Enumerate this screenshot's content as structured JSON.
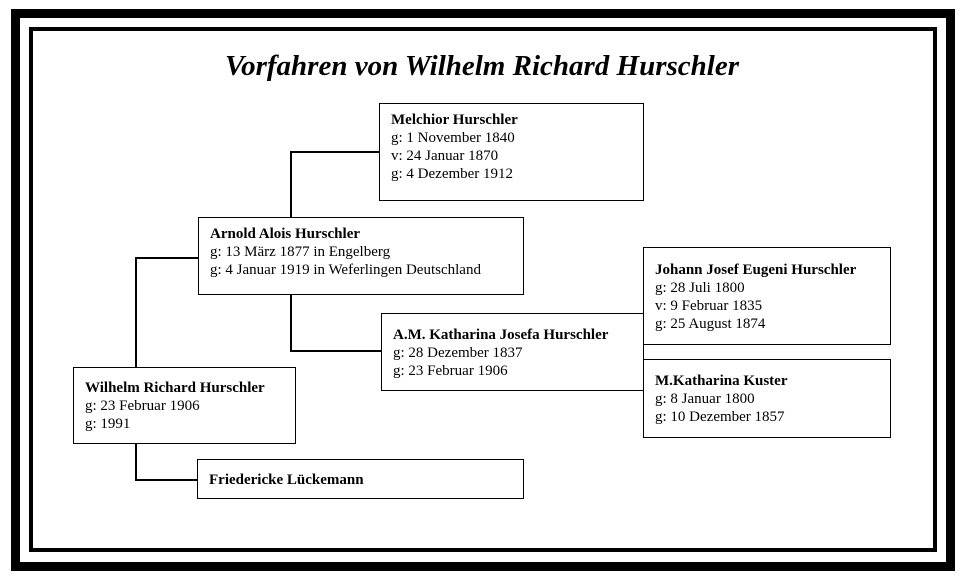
{
  "title": "Vorfahren von Wilhelm Richard Hurschler",
  "persons": {
    "melchior": {
      "name": "Melchior Hurschler",
      "lines": [
        "g: 1 November 1840",
        "v: 24 Januar 1870",
        "g: 4 Dezember 1912"
      ]
    },
    "arnold": {
      "name": "Arnold Alois Hurschler",
      "lines": [
        "g: 13 März 1877 in Engelberg",
        "g: 4 Januar 1919 in Weferlingen Deutschland"
      ]
    },
    "johann": {
      "name": "Johann Josef Eugeni Hurschler",
      "lines": [
        "g: 28 Juli 1800",
        "v: 9 Februar 1835",
        "g: 25 August 1874"
      ]
    },
    "am_katharina": {
      "name": "A.M. Katharina Josefa Hurschler",
      "lines": [
        "g: 28 Dezember 1837",
        "g: 23 Februar 1906"
      ]
    },
    "m_katharina": {
      "name": "M.Katharina Kuster",
      "lines": [
        "g: 8 Januar 1800",
        "g: 10 Dezember 1857"
      ]
    },
    "wilhelm": {
      "name": "Wilhelm Richard Hurschler",
      "lines": [
        "g: 23 Februar 1906",
        "g: 1991"
      ]
    },
    "friedericke": {
      "name": "Friedericke Lückemann",
      "lines": []
    }
  }
}
